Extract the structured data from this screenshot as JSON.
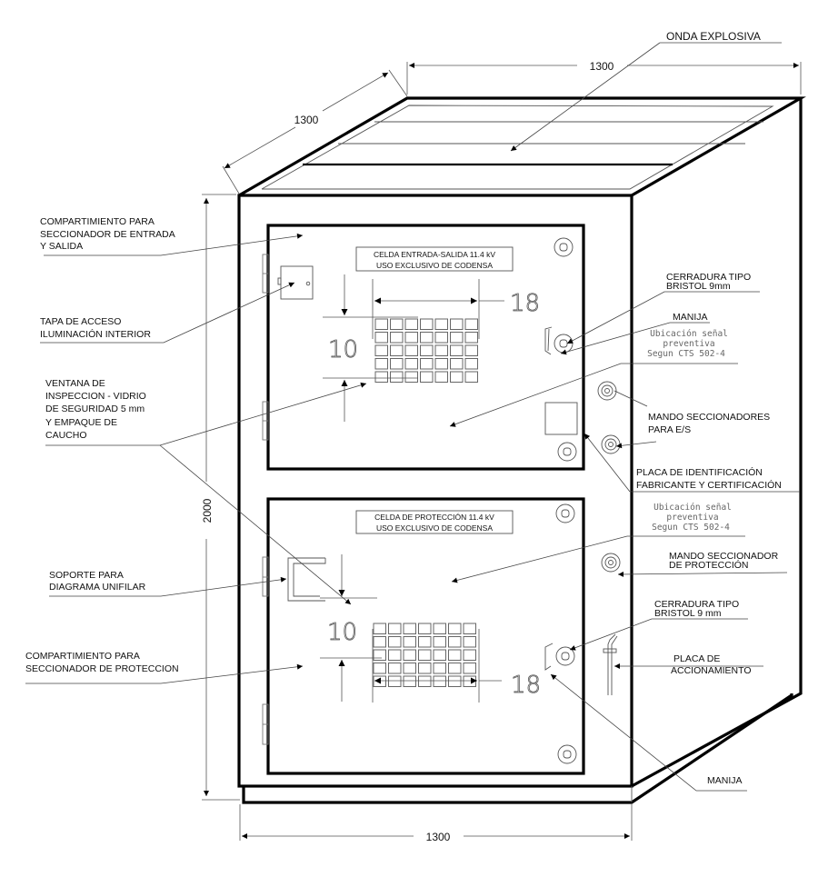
{
  "drawing": {
    "subject": "Celda de media tension - vista isometrica",
    "dimensions": {
      "top_width": "1300",
      "top_depth": "1300",
      "height": "2000",
      "bottom_width": "1300",
      "window_width_upper": "18",
      "window_height_upper": "10",
      "window_width_lower": "18",
      "window_height_lower": "10"
    },
    "upper_cell": {
      "plate_line1": "CELDA ENTRADA-SALIDA 11.4 kV",
      "plate_line2": "USO EXCLUSIVO DE CODENSA"
    },
    "lower_cell": {
      "plate_line1": "CELDA DE PROTECCIÓN 11.4 kV",
      "plate_line2": "USO EXCLUSIVO DE CODENSA"
    },
    "window_grid": {
      "columns": 7,
      "rows": 5
    },
    "labels": {
      "onda_explosiva": "ONDA EXPLOSIVA",
      "compartimiento_es": [
        "COMPARTIMIENTO PARA",
        "SECCIONADOR DE ENTRADA",
        "Y SALIDA"
      ],
      "tapa_acceso": [
        "TAPA DE ACCESO",
        "ILUMINACIÓN INTERIOR"
      ],
      "ventana": [
        "VENTANA DE",
        "INSPECCION - VIDRIO",
        "DE SEGURIDAD 5 mm",
        "Y EMPAQUE DE",
        "CAUCHO"
      ],
      "soporte": [
        "SOPORTE PARA",
        "DIAGRAMA UNIFILAR"
      ],
      "compartimiento_prot": [
        "COMPARTIMIENTO PARA",
        "SECCIONADOR DE PROTECCION"
      ],
      "cerradura_upper": [
        "CERRADURA TIPO",
        "BRISTOL 9mm"
      ],
      "manija_upper": "MANIJA",
      "senal_upper": [
        "Ubicación señal",
        "preventiva",
        "Segun CTS 502-4"
      ],
      "mando_es": [
        "MANDO SECCIONADORES",
        "PARA E/S"
      ],
      "placa_ident": [
        "PLACA DE IDENTIFICACIÓN",
        "FABRICANTE Y CERTIFICACIÓN"
      ],
      "senal_lower": [
        "Ubicación señal",
        "preventiva",
        "Segun CTS 502-4"
      ],
      "mando_prot": [
        "MANDO SECCIONADOR",
        "DE PROTECCIÓN"
      ],
      "cerradura_lower": [
        "CERRADURA TIPO",
        "BRISTOL 9 mm"
      ],
      "placa_accion": [
        "PLACA DE",
        "ACCIONAMIENTO"
      ],
      "manija_lower": "MANIJA"
    }
  }
}
